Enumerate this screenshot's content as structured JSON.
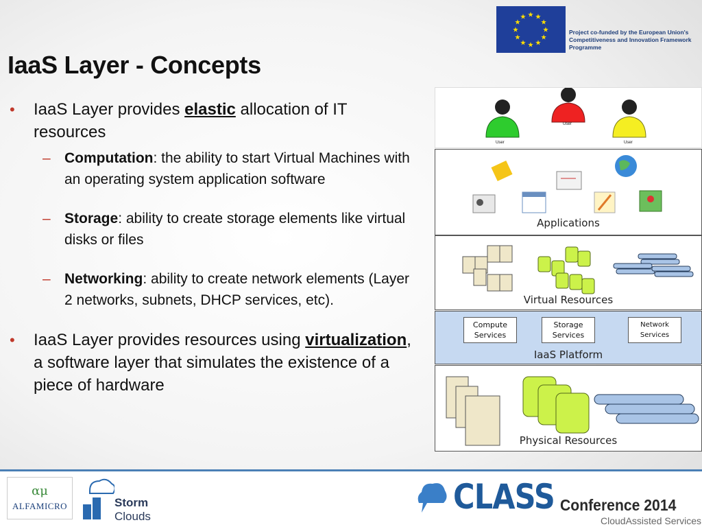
{
  "eu": {
    "text": "Project co-funded by the European Union's Competitiveness and Innovation Framework Programme"
  },
  "title": "IaaS Layer - Concepts",
  "bullet1": {
    "pre": "IaaS Layer provides ",
    "em": "elastic",
    "post": " allocation of IT resources"
  },
  "subs": [
    {
      "term": "Computation",
      "text": ": the ability to start Virtual Machines with an operating system application software"
    },
    {
      "term": "Storage",
      "text": ": ability to create storage elements like virtual disks or files"
    },
    {
      "term": "Networking",
      "text": ":  ability to create network elements (Layer 2 networks, subnets, DHCP services, etc)."
    }
  ],
  "bullet2": {
    "pre": "IaaS Layer  provides resources using ",
    "em": "virtualization",
    "post": ", a software layer that simulates the existence of a piece of hardware"
  },
  "diagram": {
    "user_label": "User",
    "applications": "Applications",
    "virtual_resources": "Virtual Resources",
    "iaas_platform": "IaaS Platform",
    "physical_resources": "Physical Resources",
    "compute_services": "Compute Services",
    "storage_services": "Storage Services",
    "network_services": "Network Services"
  },
  "footer": {
    "alfamicro_symbol": "αμ",
    "alfamicro_name": "ALFAMICRO",
    "storm_line1": "Storm",
    "storm_line2": "Clouds",
    "class_name": "CLASS",
    "conference": "Conference 2014",
    "tagline": "CloudAssisted Services"
  },
  "colors": {
    "accent_red": "#c0392b",
    "footer_line": "#4a7fb5",
    "iaas_fill": "#c6d9f1",
    "cylinder_green": "#ccf24a"
  }
}
